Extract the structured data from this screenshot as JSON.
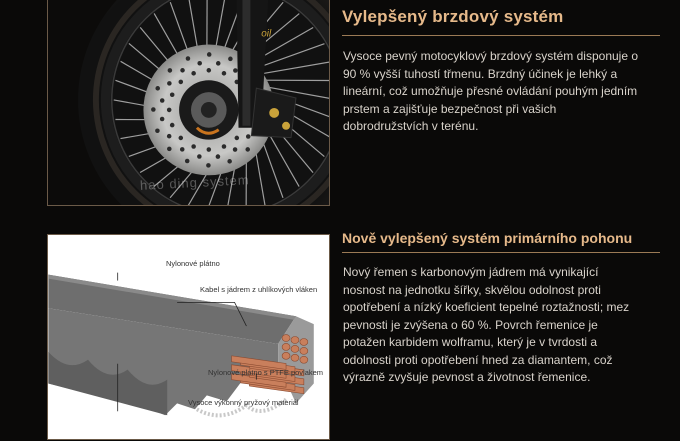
{
  "brake": {
    "title": "Vylepšený brzdový systém",
    "text": "Vysoce pevný motocyklový brzdový systém disponuje o 90 % vyšší tuhostí třmenu. Brzdný účinek je lehký a lineární, což umožňuje přesné ovládání pouhým jedním prstem a zajišťuje bezpečnost při vašich dobrodružstvích v terénu.",
    "image_watermark": "hao ding system"
  },
  "belt": {
    "title": "Nově vylepšený systém primárního pohonu",
    "text": "Nový řemen s karbonovým jádrem má vynikající nosnost na jednotku šířky, skvělou odolnost proti opotřebení a nízký koeficient tepelné roztažnosti; mez pevnosti je zvýšena o 60 %. Povrch řemenice je potažen karbidem wolframu, který je v tvrdosti a odolnosti proti opotřebení hned za diamantem, což výrazně zvyšuje pevnost a životnost řemenice.",
    "labels": {
      "nylon": "Nylonové plátno",
      "cable": "Kabel s jádrem z uhlíkových vláken",
      "ptfe": "Nylonové plátno s PTFE povlakem",
      "rubber": "Vysoce výkonný pryžový materiál"
    }
  }
}
